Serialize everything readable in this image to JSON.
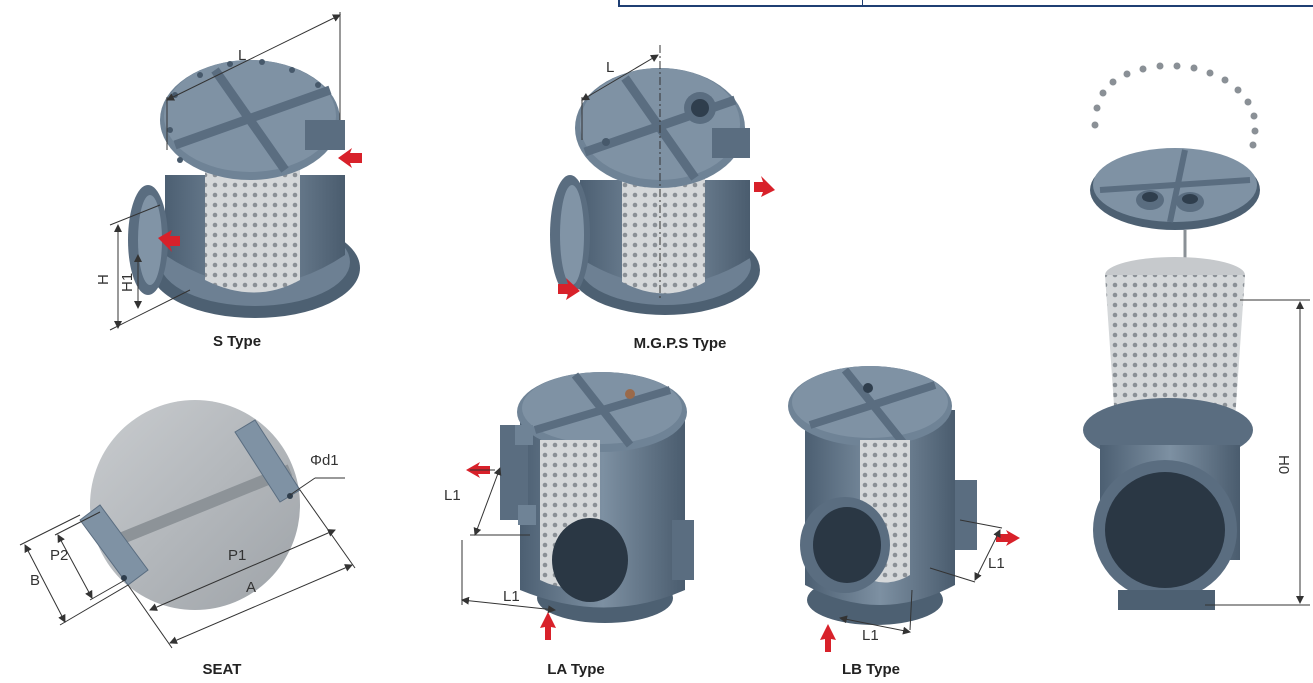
{
  "captions": {
    "s_type": "S Type",
    "mgps_type": "M.G.P.S Type",
    "seat": "SEAT",
    "la_type": "LA Type",
    "lb_type": "LB Type"
  },
  "dimensions": {
    "s_L": "L",
    "s_H": "H",
    "s_H1": "H1",
    "mgps_L": "L",
    "seat_d1": "Φd1",
    "seat_B": "B",
    "seat_P2": "P2",
    "seat_P1": "P1",
    "seat_A": "A",
    "la_L1a": "L1",
    "la_L1b": "L1",
    "lb_L1a": "L1",
    "lb_L1b": "L1",
    "exploded_H0": "H0"
  },
  "colors": {
    "body": "#5f7386",
    "body_light": "#8496a7",
    "body_dark": "#3e4f60",
    "mesh": "#cfd2d4",
    "arrow": "#d8212a",
    "line": "#1f3f73"
  }
}
